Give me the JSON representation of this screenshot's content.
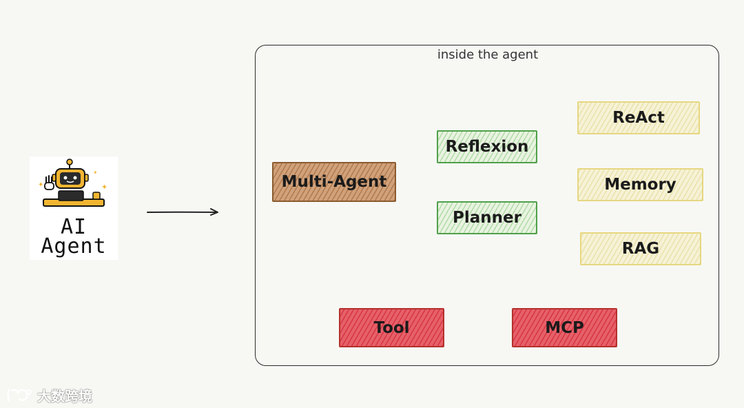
{
  "mascot": {
    "line1": "AI",
    "line2": "Agent",
    "icon": "robot-mascot-icon"
  },
  "arrow": {
    "icon": "right-arrow-icon"
  },
  "container": {
    "title": "inside the agent"
  },
  "nodes": {
    "multi_agent": "Multi-Agent",
    "reflexion": "Reflexion",
    "planner": "Planner",
    "react": "ReAct",
    "memory": "Memory",
    "rag": "RAG",
    "tool": "Tool",
    "mcp": "MCP"
  },
  "colors": {
    "brown": "#d0a17a",
    "green": "#e9f3e1",
    "yellow": "#f6f2d6",
    "red": "#e6606a",
    "background": "#f7f8f4"
  },
  "watermark": {
    "text": "大数跨境",
    "icon": "brand-logo-icon"
  }
}
